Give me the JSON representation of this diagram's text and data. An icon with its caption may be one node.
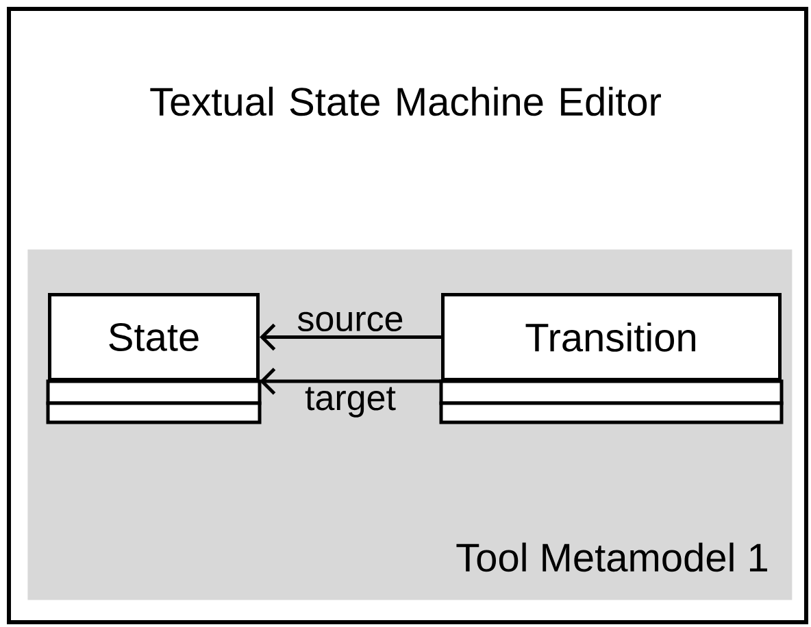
{
  "diagram": {
    "nodes": [
      {
        "text": [
          "Textual State Machine Editor"
        ]
      },
      {
        "text": [
          "Tool Metamodel 1"
        ],
        "in": 0
      },
      {
        "text": [
          "State"
        ],
        "in": 1
      },
      {
        "text": [
          "Transition"
        ],
        "in": 1
      }
    ],
    "edges": [
      {
        "from": 3,
        "to": 2,
        "arrow": "to",
        "label": "source"
      },
      {
        "from": 3,
        "to": 2,
        "arrow": "to",
        "label": "target"
      }
    ]
  }
}
